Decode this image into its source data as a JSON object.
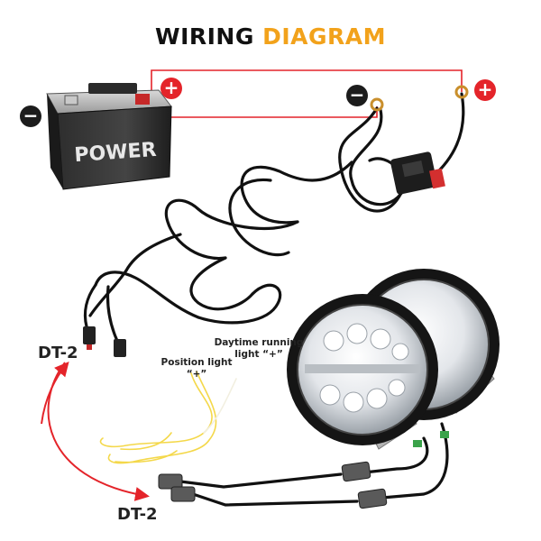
{
  "title": {
    "part1": "WIRING",
    "part2": "DIAGRAM"
  },
  "battery": {
    "label": "POWER"
  },
  "symbols": {
    "plus": "+",
    "minus": "−"
  },
  "labels": {
    "dt2_left": "DT-2",
    "dt2_bottom": "DT-2",
    "position_light": "Position light",
    "position_light_sign": "“+”",
    "daytime_line1": "Daytime running",
    "daytime_line2": "light “+”"
  },
  "colors": {
    "accent": "#f2a21b",
    "positive": "#e4242a",
    "negative": "#1c1c1c",
    "wire": "#111111",
    "yellow_wire": "#f4d84a"
  }
}
